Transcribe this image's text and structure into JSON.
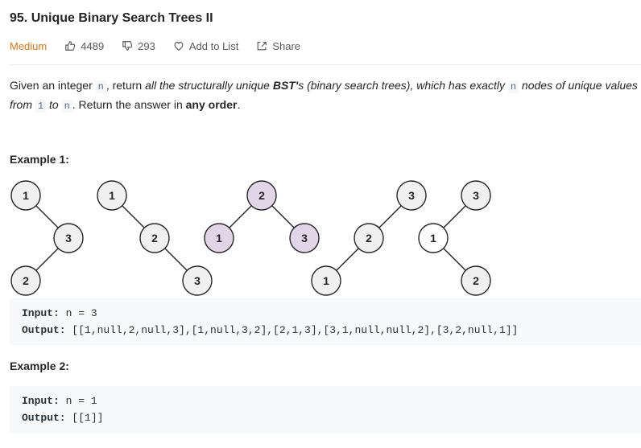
{
  "problem": {
    "title": "95. Unique Binary Search Trees II",
    "difficulty": "Medium",
    "likes": "4489",
    "dislikes": "293",
    "add_to_list": "Add to List",
    "share": "Share"
  },
  "description": {
    "p1": "Given an integer ",
    "code_n": "n",
    "p2": ", return ",
    "p3_italic": "all the structurally unique ",
    "p4_bold": "BST'",
    "p5_italic": "s (binary search trees), which has exactly ",
    "code_n2": "n",
    "p6_italic": " nodes of unique values from ",
    "code_1": "1",
    "p7_italic": " to ",
    "code_n3": "n",
    "p8": ". Return the answer in ",
    "p9_bold": "any order",
    "p10": "."
  },
  "example1": {
    "heading": "Example 1:",
    "input_label": "Input:",
    "input_value": " n = 3",
    "output_label": "Output:",
    "output_value": " [[1,null,2,null,3],[1,null,3,2],[2,1,3],[3,1,null,null,2],[3,2,null,1]]"
  },
  "example2": {
    "heading": "Example 2:",
    "input_label": "Input:",
    "input_value": " n = 1",
    "output_label": "Output:",
    "output_value": " [[1]]"
  },
  "colors": {
    "node_default": "#f0f0f0",
    "node_highlight": "#e1d5e7",
    "difficulty": "#e8730d"
  },
  "trees": [
    {
      "nodes": [
        "1",
        "3",
        "2"
      ],
      "highlight": []
    },
    {
      "nodes": [
        "1",
        "2",
        "3"
      ],
      "highlight": []
    },
    {
      "nodes": [
        "2",
        "1",
        "3"
      ],
      "highlight": [
        "2",
        "1",
        "3"
      ]
    },
    {
      "nodes": [
        "3",
        "2",
        "1"
      ],
      "highlight": []
    },
    {
      "nodes": [
        "3",
        "1",
        "2"
      ],
      "highlight": []
    }
  ]
}
